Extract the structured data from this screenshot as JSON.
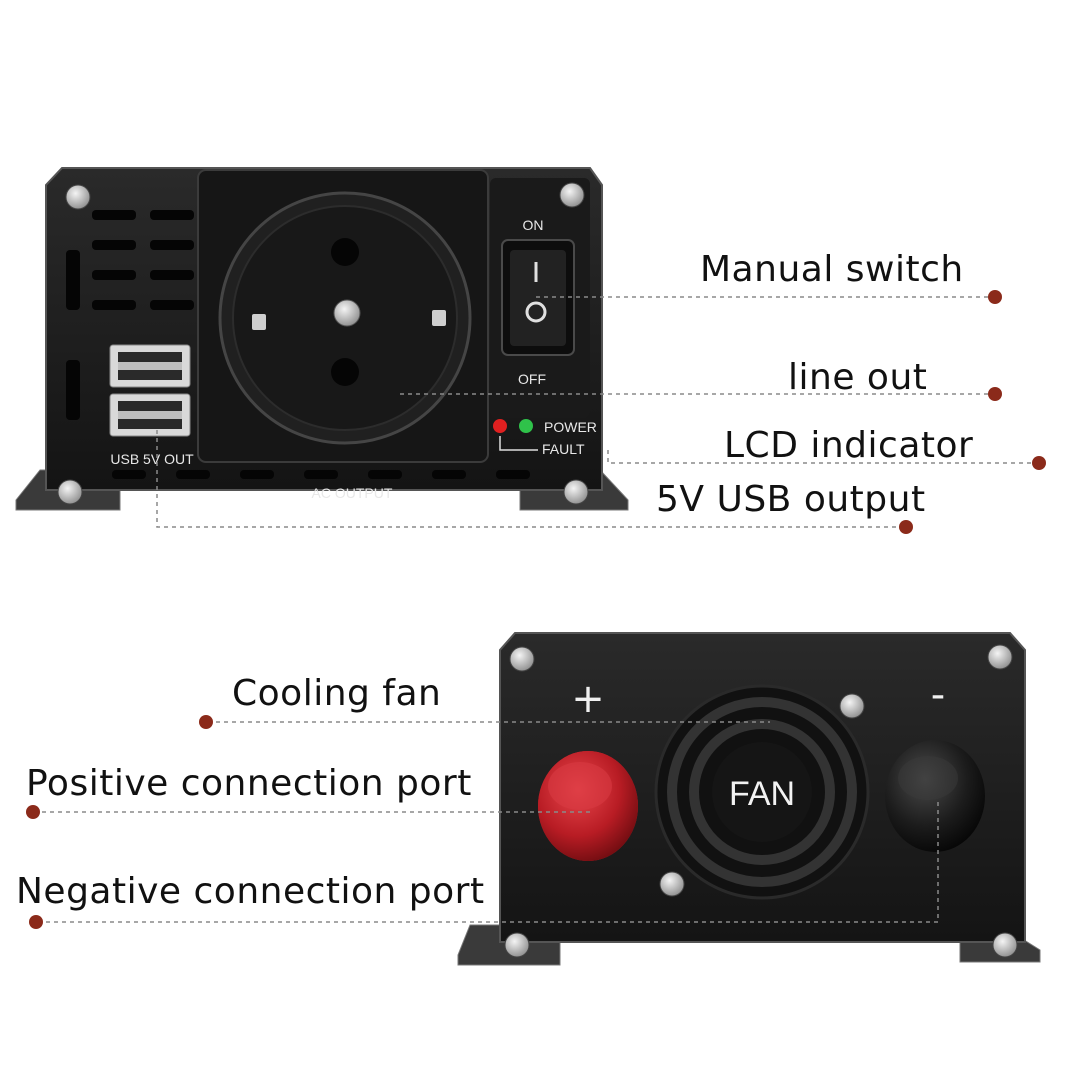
{
  "front_panel": {
    "switch_on": "ON",
    "switch_off": "OFF",
    "led_power": "POWER",
    "led_fault": "FAULT",
    "usb_label": "USB 5V OUT",
    "ac_label": "AC OUTPUT"
  },
  "back_panel": {
    "plus_sign": "+",
    "minus_sign": "-",
    "fan_label": "FAN"
  },
  "callouts": {
    "manual_switch": "Manual switch",
    "line_out": "line out",
    "lcd_indicator": "LCD indicator",
    "usb_output": "5V USB output",
    "cooling_fan": "Cooling fan",
    "positive_port": "Positive connection port",
    "negative_port": "Negative connection port"
  },
  "colors": {
    "callout_dot": "#8b2a1a",
    "leader_line": "#8a8a8a",
    "device_body": "#1b1b1b",
    "positive_terminal": "#c0222a",
    "negative_terminal": "#1a1a1a",
    "led_red": "#e02020",
    "led_green": "#2fc24a"
  }
}
